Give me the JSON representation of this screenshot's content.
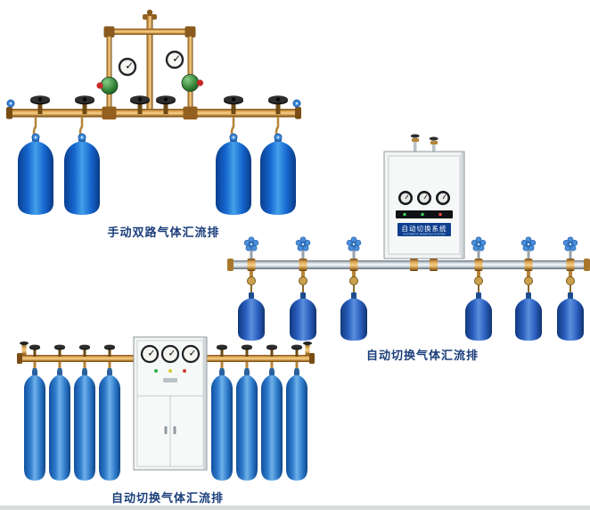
{
  "page": {
    "background": "#ffffff"
  },
  "scenes": [
    {
      "id": "manual-dual-manifold",
      "caption": "手动双路气体汇流排"
    },
    {
      "id": "auto-switch-manifold-wall",
      "caption": "自动切换气体汇流排",
      "cabinet_label": "自动切换系统",
      "cabinet_sublabel": "AUTOMATIC MANIFOLD SYSTEM"
    },
    {
      "id": "auto-switch-manifold-floor",
      "caption": "自动切换气体汇流排"
    }
  ],
  "colors": {
    "caption_text": "#1b3e7a",
    "cylinder_blue": "#1566cf",
    "brass_pipe": "#caa24e",
    "silver_pipe": "#c3ccd4",
    "cabinet_body": "#f2f4f3",
    "cabinet_label_bg": "#0f3f8e",
    "led_green": "#35d05a",
    "led_red": "#e5493a",
    "regulator_green": "#2e7d32",
    "regulator_red": "#c62828"
  }
}
